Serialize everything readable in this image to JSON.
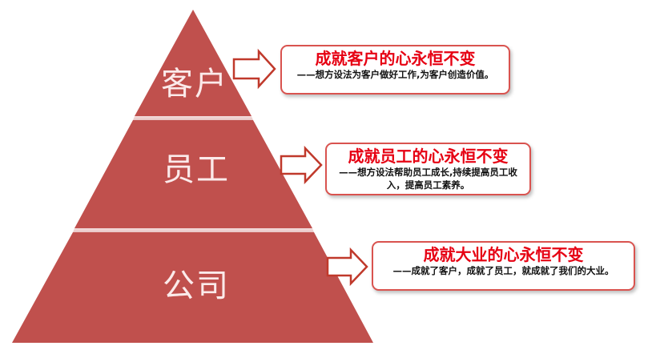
{
  "pyramid": {
    "fill_color": "#c0504d",
    "tiers": [
      {
        "label": "客户"
      },
      {
        "label": "员工"
      },
      {
        "label": "公司"
      }
    ]
  },
  "callouts": [
    {
      "title": "成就客户的心永恒不变",
      "desc": "——想方设法为客户做好工作,为客户创造价值。"
    },
    {
      "title": "成就员工的心永恒不变",
      "desc": "——想方设法帮助员工成长,持续提高员工收入，提高员工素养。"
    },
    {
      "title": "成就大业的心永恒不变",
      "desc": "——成就了客户，成就了员工，就成就了我们的大业。"
    }
  ],
  "accent_color": "#e60012",
  "arrow_icon": "right-arrow-icon"
}
